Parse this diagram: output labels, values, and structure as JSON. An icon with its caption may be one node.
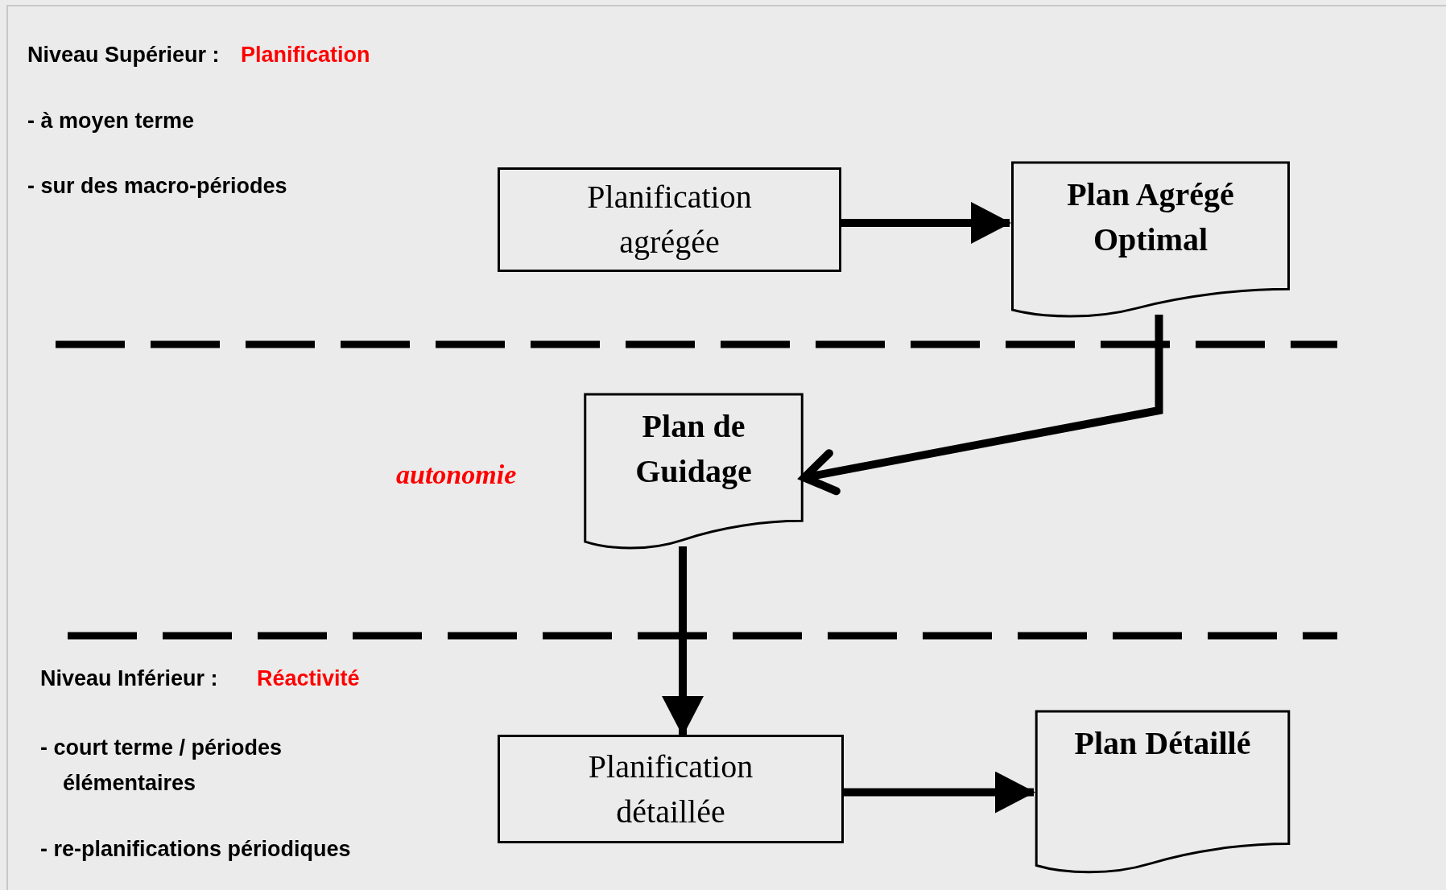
{
  "diagram": {
    "nodes": [
      {
        "text": [
          "Planification agrégée"
        ]
      },
      {
        "text": [
          "Plan Agrégé Optimal"
        ]
      },
      {
        "text": [
          "Plan de Guidage"
        ]
      },
      {
        "text": [
          "Planification détaillée"
        ]
      },
      {
        "text": [
          "Plan Détaillé"
        ]
      }
    ],
    "edges": [
      {
        "from": 0,
        "to": 1,
        "arrow": "to"
      },
      {
        "from": 1,
        "to": 2,
        "arrow": "to"
      },
      {
        "from": 2,
        "to": 3,
        "arrow": "to"
      },
      {
        "from": 3,
        "to": 4,
        "arrow": "to"
      }
    ],
    "labels": [
      "Niveau Supérieur :",
      "Planification",
      "- à moyen terme",
      "- sur des macro-périodes",
      "autonomie",
      "Niveau Inférieur :",
      "Réactivité",
      "- court terme / périodes élémentaires",
      "- re-planifications périodiques"
    ]
  }
}
